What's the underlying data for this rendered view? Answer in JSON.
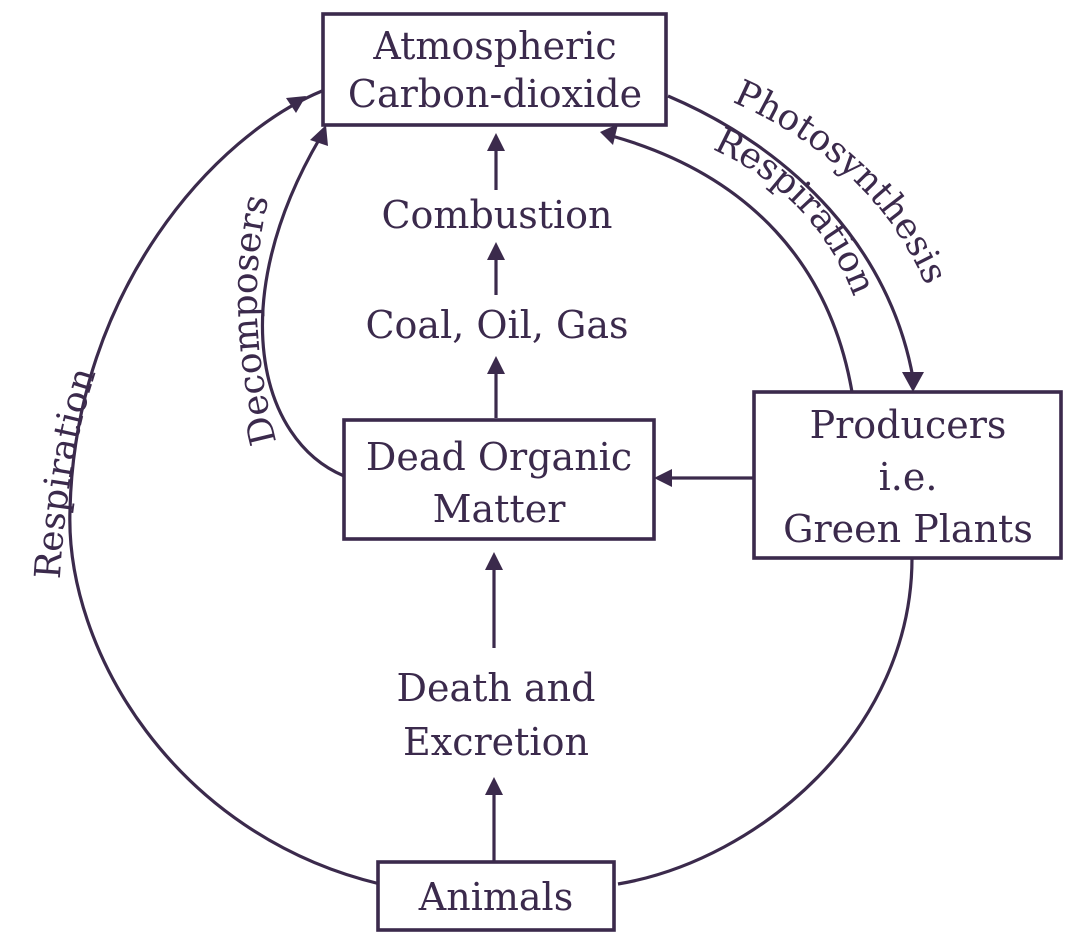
{
  "nodes": {
    "atmosphere": [
      "Atmospheric",
      "Carbon-dioxide"
    ],
    "combustion": "Combustion",
    "fossil_fuels": "Coal, Oil, Gas",
    "dead_matter": [
      "Dead Organic",
      "Matter"
    ],
    "producers": [
      "Producers",
      "i.e.",
      "Green Plants"
    ],
    "death_excretion": [
      "Death and",
      "Excretion"
    ],
    "animals": "Animals"
  },
  "edges": {
    "photosynthesis": "Photosynthesis",
    "plant_respiration": "Respiration",
    "decomposers": "Decomposers",
    "animal_respiration": "Respiration"
  }
}
